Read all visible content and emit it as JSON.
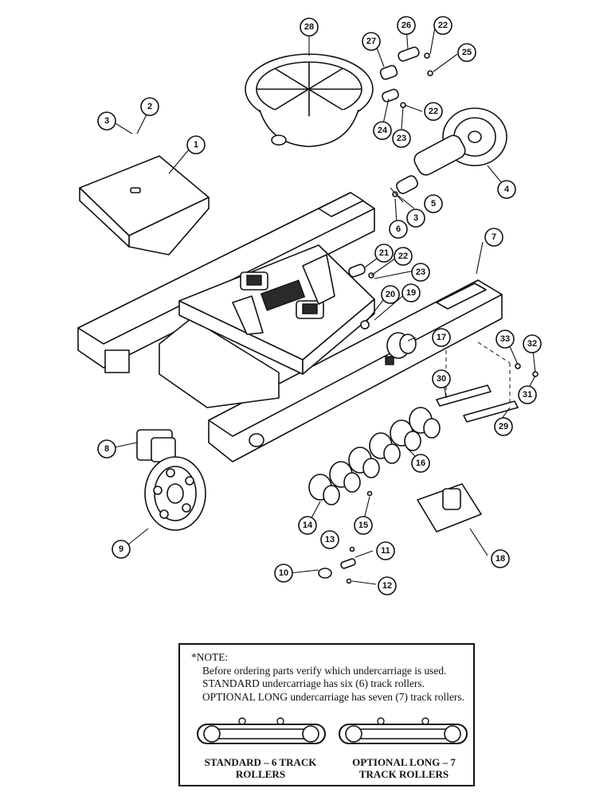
{
  "callouts": [
    "1",
    "2",
    "3",
    "3",
    "4",
    "5",
    "6",
    "7",
    "8",
    "9",
    "10",
    "11",
    "12",
    "13",
    "14",
    "15",
    "16",
    "17",
    "18",
    "19",
    "20",
    "21",
    "22",
    "22",
    "22",
    "23",
    "23",
    "24",
    "25",
    "26",
    "27",
    "28",
    "29",
    "30",
    "31",
    "32",
    "33"
  ],
  "note": {
    "title": "*NOTE:",
    "body": "Before ordering parts verify which undercarriage is used. STANDARD undercarriage has six (6) track rollers. OPTIONAL LONG undercarriage has seven (7) track rollers.",
    "standard_label_1": "STANDARD – 6 TRACK",
    "standard_label_2": "ROLLERS",
    "optional_label_1": "OPTIONAL LONG – 7",
    "optional_label_2": "TRACK ROLLERS"
  }
}
